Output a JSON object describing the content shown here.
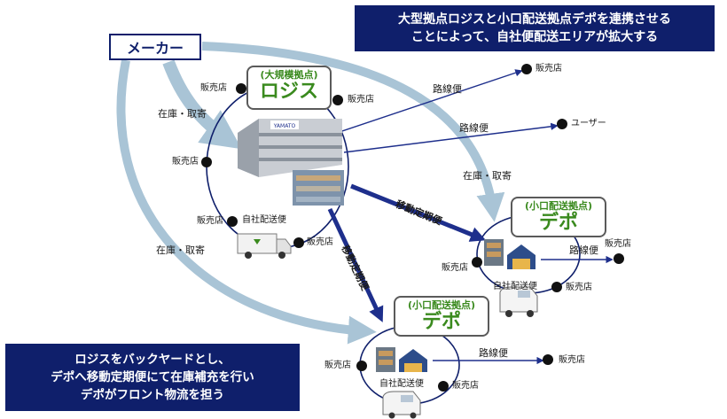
{
  "banners": {
    "top_line1": "大型拠点ロジスと小口配送拠点デポを連携させる",
    "top_line2": "ことによって、自社便配送エリアが拡大する",
    "bottom_line1": "ロジスをバックヤードとし、",
    "bottom_line2": "デポへ移動定期便にて在庫補充を行い",
    "bottom_line3": "デポがフロント物流を担う"
  },
  "maker": "メーカー",
  "logis": {
    "sub": "(大規模拠点)",
    "name": "ロジス",
    "building_sign": "YAMATO"
  },
  "depot1": {
    "sub": "(小口配送拠点)",
    "name": "デポ"
  },
  "depot2": {
    "sub": "(小口配送拠点)",
    "name": "デポ"
  },
  "labels": {
    "store": "販売店",
    "user": "ユーザー",
    "route_mail": "路線便",
    "company_delivery": "自社配送便",
    "stock_pickup": "在庫・取寄",
    "move_regular": "移動定期便"
  },
  "colors": {
    "navy": "#0f1f6b",
    "light_arrow": "#a9c4d6",
    "route_arrow": "#1e2f8c",
    "green_text": "#3a8a1e"
  }
}
